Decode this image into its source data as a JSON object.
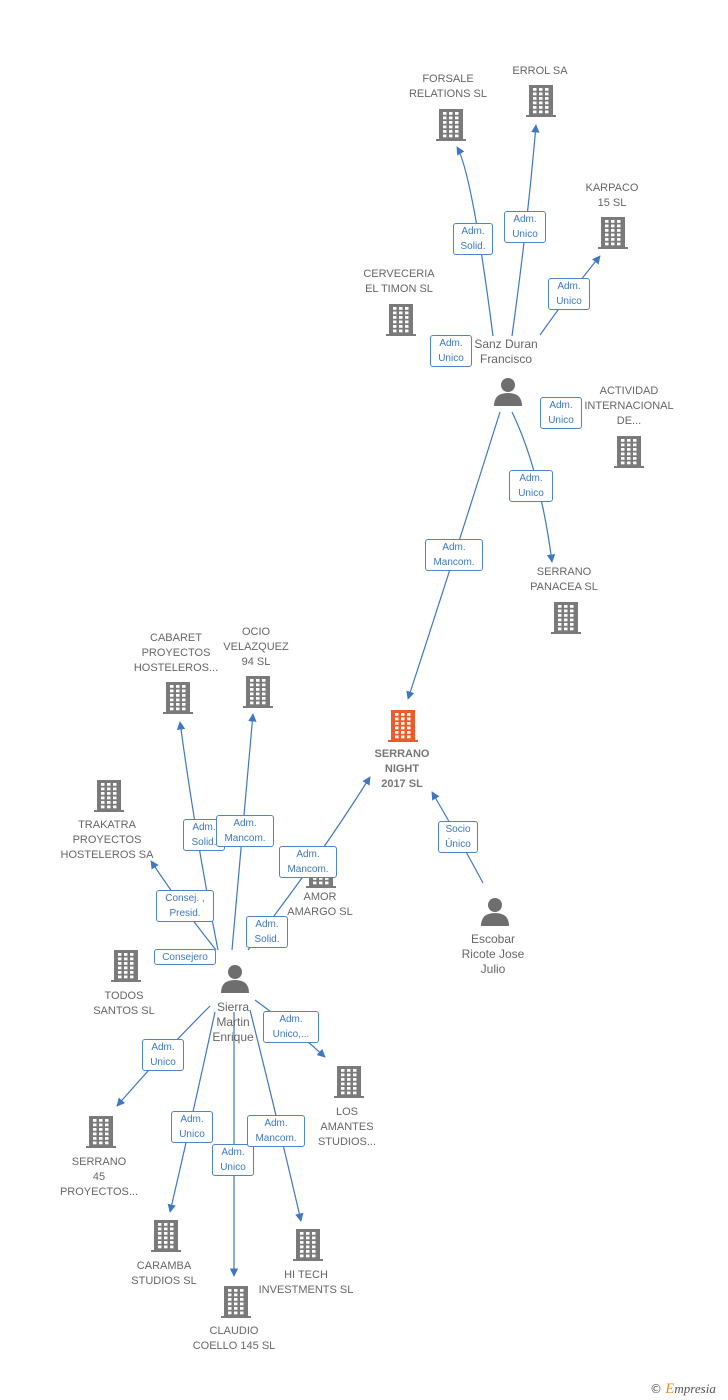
{
  "colors": {
    "edge": "#3d78c0",
    "company": "#7a7a7a",
    "focus": "#f05a28",
    "person": "#6e6e6e"
  },
  "footer": {
    "copyright": "©",
    "brand_initial": "E",
    "brand_rest": "mpresia"
  },
  "nodes": {
    "forsale": {
      "label": "FORSALE\nRELATIONS SL",
      "type": "company",
      "icon": "building-icon"
    },
    "errol": {
      "label": "ERROL SA",
      "type": "company",
      "icon": "building-icon"
    },
    "karpaco": {
      "label": "KARPACO\n15  SL",
      "type": "company",
      "icon": "building-icon"
    },
    "cerveceria": {
      "label": "CERVECERIA\nEL TIMON SL",
      "type": "company",
      "icon": "building-icon"
    },
    "sanz": {
      "label": "Sanz Duran\nFrancisco",
      "type": "person",
      "icon": "person-icon"
    },
    "actividad": {
      "label": "ACTIVIDAD\nINTERNACIONAL\nDE...",
      "type": "company",
      "icon": "building-icon"
    },
    "serrano_panacea": {
      "label": "SERRANO\nPANACEA  SL",
      "type": "company",
      "icon": "building-icon"
    },
    "cabaret": {
      "label": "CABARET\nPROYECTOS\nHOSTELEROS...",
      "type": "company",
      "icon": "building-icon"
    },
    "ocio": {
      "label": "OCIO\nVELAZQUEZ\n94  SL",
      "type": "company",
      "icon": "building-icon"
    },
    "serrano_night": {
      "label": "SERRANO\nNIGHT\n2017  SL",
      "type": "focus",
      "icon": "building-icon"
    },
    "trakatra": {
      "label": "TRAKATRA\nPROYECTOS\nHOSTELEROS SA",
      "type": "company",
      "icon": "building-icon"
    },
    "amor": {
      "label": "AMOR\nAMARGO  SL",
      "type": "company",
      "icon": "building-icon"
    },
    "escobar": {
      "label": "Escobar\nRicote Jose\nJulio",
      "type": "person",
      "icon": "person-icon"
    },
    "todos": {
      "label": "TODOS\nSANTOS  SL",
      "type": "company",
      "icon": "building-icon"
    },
    "sierra": {
      "label": "Sierra\nMartin\nEnrique",
      "type": "person",
      "icon": "person-icon"
    },
    "los_amantes": {
      "label": "LOS\nAMANTES\nSTUDIOS...",
      "type": "company",
      "icon": "building-icon"
    },
    "serrano45": {
      "label": "SERRANO\n45\nPROYECTOS...",
      "type": "company",
      "icon": "building-icon"
    },
    "caramba": {
      "label": "CARAMBA\nSTUDIOS  SL",
      "type": "company",
      "icon": "building-icon"
    },
    "hitech": {
      "label": "HI TECH\nINVESTMENTS SL",
      "type": "company",
      "icon": "building-icon"
    },
    "claudio": {
      "label": "CLAUDIO\nCOELLO 145 SL",
      "type": "company",
      "icon": "building-icon"
    }
  },
  "edges": [
    {
      "from": "sanz",
      "to": "forsale",
      "label": "Adm.\nSolid."
    },
    {
      "from": "sanz",
      "to": "errol",
      "label": "Adm.\nUnico"
    },
    {
      "from": "sanz",
      "to": "karpaco",
      "label": "Adm.\nUnico"
    },
    {
      "from": "sanz",
      "to": "cerveceria",
      "label": "Adm.\nUnico"
    },
    {
      "from": "sanz",
      "to": "actividad",
      "label": "Adm.\nUnico"
    },
    {
      "from": "sanz",
      "to": "serrano_panacea",
      "label": "Adm.\nUnico"
    },
    {
      "from": "sanz",
      "to": "serrano_night",
      "label": "Adm.\nMancom."
    },
    {
      "from": "escobar",
      "to": "serrano_night",
      "label": "Socio\nÚnico"
    },
    {
      "from": "sierra",
      "to": "cabaret",
      "label": "Adm.\nSolid."
    },
    {
      "from": "sierra",
      "to": "ocio",
      "label": "Adm.\nMancom."
    },
    {
      "from": "sierra",
      "to": "serrano_night",
      "label": "Adm.\nMancom."
    },
    {
      "from": "sierra",
      "to": "trakatra",
      "label": "Consej. ,\nPresid."
    },
    {
      "from": "sierra",
      "to": "amor",
      "label": "Adm.\nSolid."
    },
    {
      "from": "sierra",
      "to": "todos",
      "label": "Consejero"
    },
    {
      "from": "sierra",
      "to": "los_amantes",
      "label": "Adm.\nUnico,..."
    },
    {
      "from": "sierra",
      "to": "serrano45",
      "label": "Adm.\nUnico"
    },
    {
      "from": "sierra",
      "to": "caramba",
      "label": "Adm.\nUnico"
    },
    {
      "from": "sierra",
      "to": "claudio",
      "label": "Adm.\nUnico"
    },
    {
      "from": "sierra",
      "to": "hitech",
      "label": "Adm.\nMancom."
    }
  ]
}
